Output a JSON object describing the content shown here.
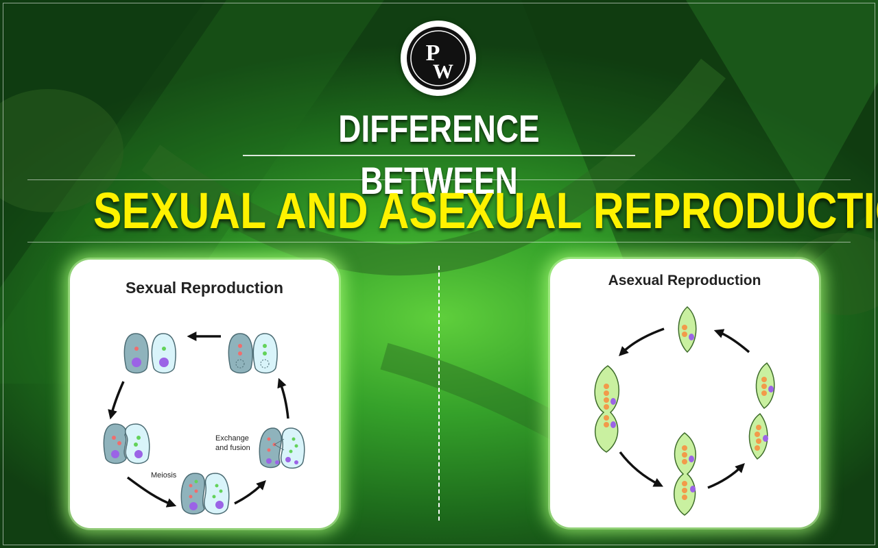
{
  "logo": {
    "letter_top": "P",
    "letter_bottom": "W"
  },
  "header": {
    "subtitle": "DIFFERENCE BETWEEN",
    "title": "SEXUAL AND ASEXUAL REPRODUCTION"
  },
  "sexual_panel": {
    "title": "Sexual Reproduction",
    "label_exchange_line1": "Exchange",
    "label_exchange_line2": "and fusion",
    "label_meiosis": "Meiosis"
  },
  "asexual_panel": {
    "title": "Asexual Reproduction"
  },
  "colors": {
    "title_yellow": "#fff200",
    "green_bg": "#35a12a",
    "cell_dark": "#8fb3bc",
    "cell_light": "#d9f4fa",
    "cell_green": "#c9f0a0",
    "nucleus_purple": "#9b63e6",
    "chromosome_orange": "#f29a4a"
  }
}
